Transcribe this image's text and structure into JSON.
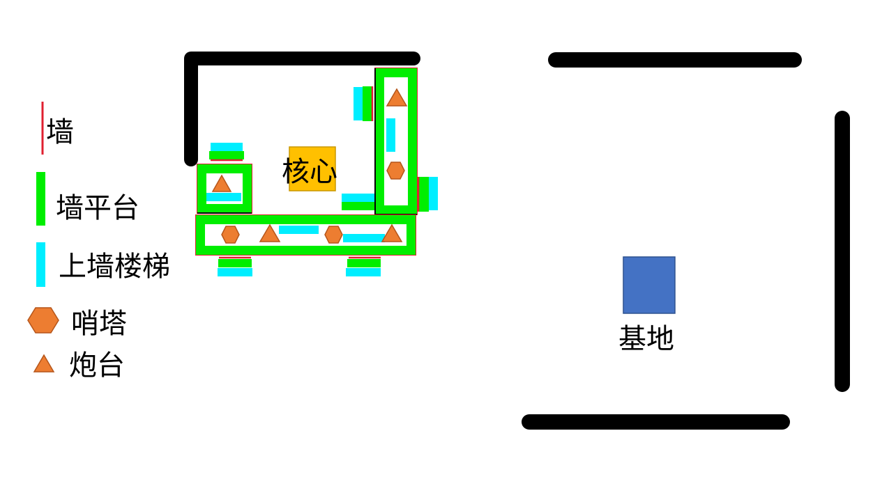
{
  "legend": {
    "wall": "墙",
    "wall_platform": "墙平台",
    "wall_stairs": "上墙楼梯",
    "sentry_tower": "哨塔",
    "turret": "炮台"
  },
  "labels": {
    "core": "核心",
    "base": "基地"
  },
  "icons": {
    "wall": "red-line",
    "wall_platform": "green-bar",
    "wall_stairs": "cyan-bar",
    "sentry_tower": "orange-hexagon",
    "turret": "orange-triangle"
  },
  "colors": {
    "wall": "#e02030",
    "wall_platform": "#00ee00",
    "wall_stairs": "#00eeff",
    "tower_fill": "#ed7d31",
    "tower_stroke": "#b5551a",
    "core_fill": "#ffc000",
    "core_stroke": "#c99700",
    "base_fill": "#4472c4",
    "base_stroke": "#2f528f",
    "boundary": "#000000"
  }
}
